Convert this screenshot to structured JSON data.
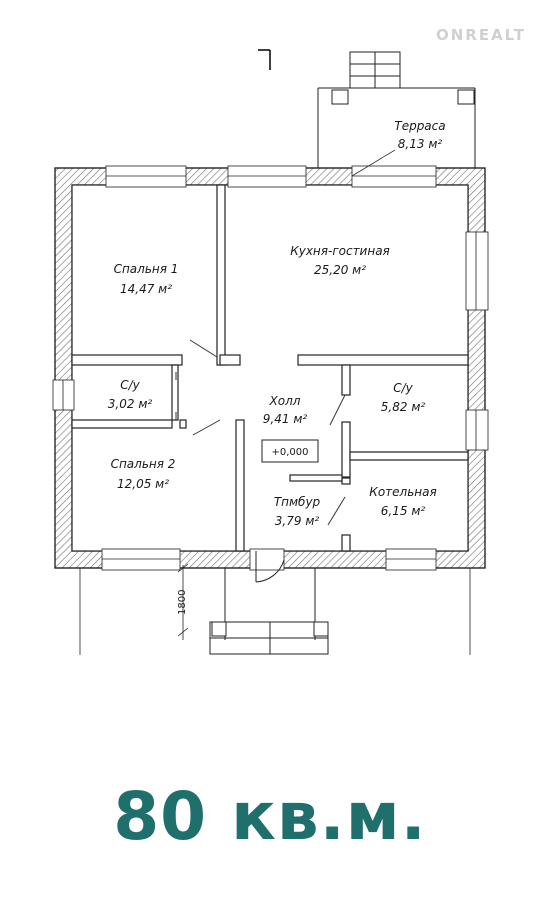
{
  "watermark": "ONREALT",
  "rooms": [
    {
      "name": "Терраса",
      "area": "8,13 м²"
    },
    {
      "name": "Спальня 1",
      "area": "14,47 м²"
    },
    {
      "name": "Кухня-гостиная",
      "area": "25,20 м²"
    },
    {
      "name": "С/у",
      "area": "3,02 м²"
    },
    {
      "name": "Холл",
      "area": "9,41 м²"
    },
    {
      "name": "С/у",
      "area": "5,82 м²"
    },
    {
      "name": "Спальня 2",
      "area": "12,05 м²"
    },
    {
      "name": "Тпмбур",
      "area": "3,79 м²"
    },
    {
      "name": "Котельная",
      "area": "6,15 м²"
    }
  ],
  "level_mark": "+0,000",
  "dimension": "1800",
  "total_area": "80 кв.м."
}
